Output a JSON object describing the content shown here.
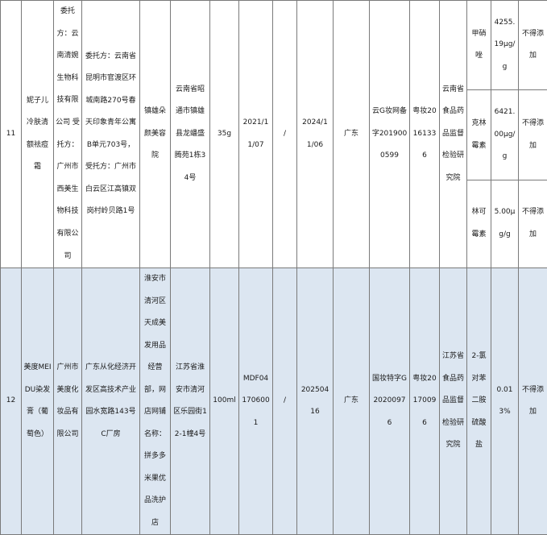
{
  "rows": [
    {
      "no": "11",
      "product": "妮子儿冷肤清额祛痘霜",
      "entrusting_party": "委托方：云南清婉生物科技有限公司 受托方：广州市西美生物科技有限公司",
      "entrusting_address": "委托方：云南省昆明市官渡区环城南路270号春天印象青年公寓B单元703号，受托方：广州市白云区江高镇双岗村岭贝路1号",
      "seller": "镇雄朵颜美容院",
      "seller_address": "云南省昭通市镇雄县龙蟠盛腾苑1栋34号",
      "spec": "35g",
      "production_date": "2021/11/07",
      "batch": "/",
      "expiry": "2024/11/06",
      "origin": "广东",
      "approval": "云G妆网备字2019000599",
      "license": "粤妆20161336",
      "inspection_org": "云南省食品药品监督检验研究院",
      "items": [
        {
          "name": "甲硝唑",
          "result": "4255.19μg/g",
          "standard": "不得添加"
        },
        {
          "name": "克林霉素",
          "result": "6421.00μg/g",
          "standard": "不得添加"
        },
        {
          "name": "林可霉素",
          "result": "5.00μg/g",
          "standard": "不得添加"
        }
      ]
    },
    {
      "no": "12",
      "product": "美度MEIDU染发膏（葡萄色）",
      "entrusting_party": "广州市美度化妆品有限公司",
      "entrusting_address": "广东从化经济开发区高技术产业园水宽路143号C厂房",
      "seller": "淮安市清河区天成美发用品经营部，网店网铺名称：拼多多米果优品洗护店",
      "seller_address": "江苏省淮安市清河区乐园街12-1幢4号",
      "spec": "100ml",
      "production_date": "MDF041706001",
      "batch": "/",
      "expiry": "20250416",
      "origin": "广东",
      "approval": "国妆特字G20200976",
      "license": "粤妆20170096",
      "inspection_org": "江苏省食品药品监督检验研究院",
      "items": [
        {
          "name": "2-氯对苯二胺硫酸盐",
          "result": "0.013%",
          "standard": "不得添加"
        }
      ]
    }
  ]
}
